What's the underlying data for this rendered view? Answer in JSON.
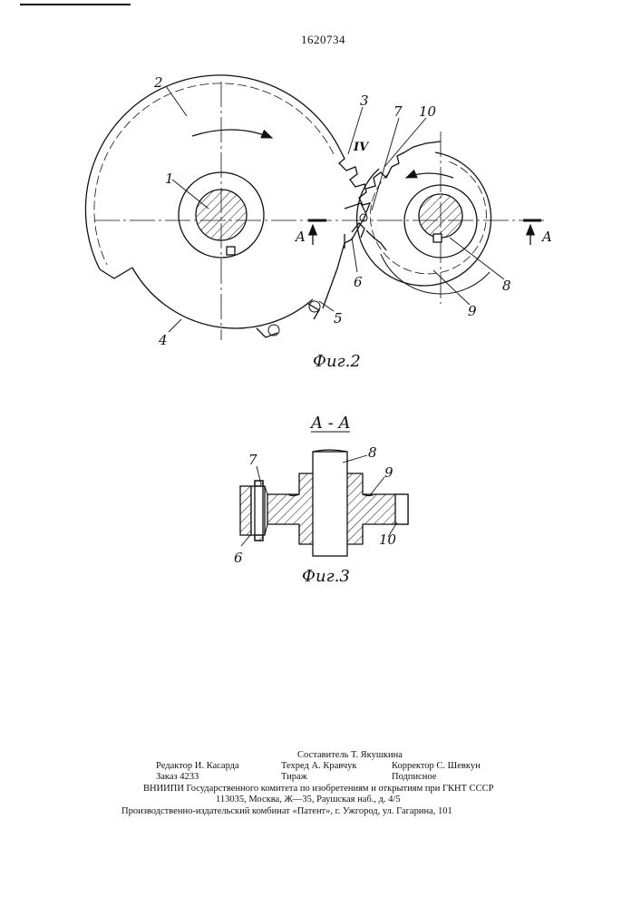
{
  "patent_number": "1620734",
  "figure2": {
    "caption": "Фиг.2",
    "labels": {
      "l1": "1",
      "l2": "2",
      "l3": "3",
      "l4": "4",
      "l5": "5",
      "l6": "6",
      "l7": "7",
      "l8": "8",
      "l9": "9",
      "l10": "10",
      "roman": "IV",
      "sectionA_left": "A",
      "sectionA_right": "A"
    }
  },
  "figure3": {
    "section_title": "A - A",
    "caption": "Фиг.3",
    "labels": {
      "l6": "6",
      "l7": "7",
      "l8": "8",
      "l9": "9",
      "l10": "10"
    }
  },
  "footer": {
    "compiler": "Составитель Т. Якушкина",
    "editor": "Редактор И. Касарда",
    "techred": "Техред А. Кравчук",
    "corrector": "Корректор С. Шевкун",
    "order": "Заказ 4233",
    "circulation": "Тираж",
    "subscription": "Подписное",
    "institute": "ВНИИПИ Государственного комитета по изобретениям и открытиям при ГКНТ СССР",
    "address": "113035, Москва, Ж—35, Раушская наб., д. 4/5",
    "printer": "Производственно-издательский комбинат «Патент», г. Ужгород, ул. Гагарина, 101"
  }
}
